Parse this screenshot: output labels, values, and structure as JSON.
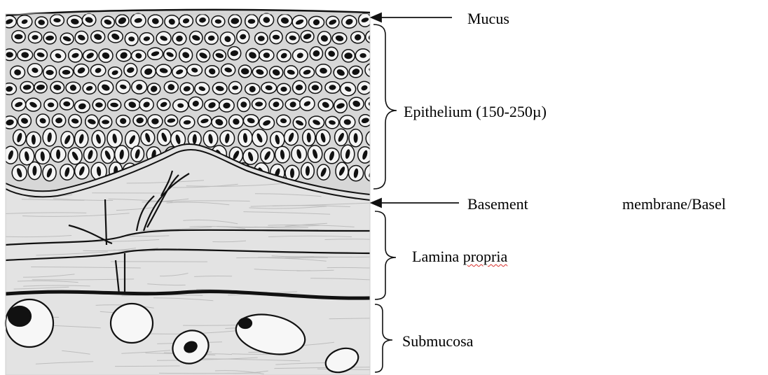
{
  "labels": {
    "mucus": "Mucus",
    "epithelium": "Epithelium (150-250µ)",
    "basement_left": "Basement",
    "basement_right": "membrane/Basel",
    "lamina_prefix": "Lamina ",
    "lamina_word": "propria",
    "submucosa": "Submucosa"
  },
  "colors": {
    "tissue_fill": "#e3e3e3",
    "cell_fill": "#f4f4f4",
    "ink": "#111111",
    "spellcheck_underline": "#d9302c"
  }
}
